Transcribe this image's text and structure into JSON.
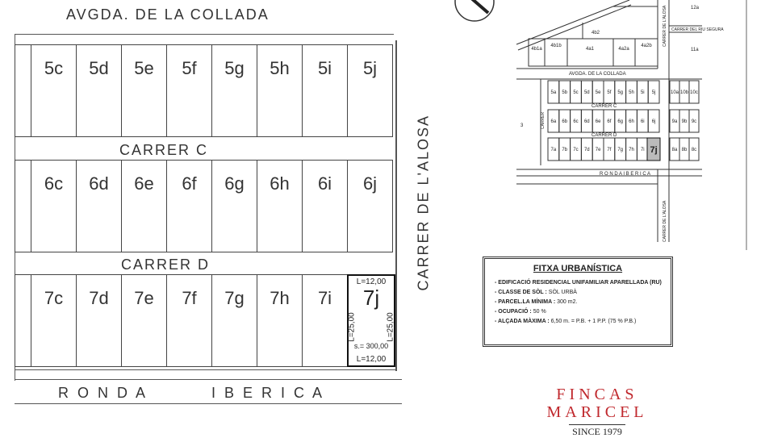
{
  "plan": {
    "streets": {
      "avgda": "AVGDA. DE LA COLLADA",
      "carrer_c": "CARRER   C",
      "carrer_d": "CARRER   D",
      "ronda": "R O N D A          I B E R I C A",
      "alosa": "CARRER DE L'ALOSA"
    },
    "row5": [
      "5c",
      "5d",
      "5e",
      "5f",
      "5g",
      "5h",
      "5i",
      "5j"
    ],
    "row6": [
      "6c",
      "6d",
      "6e",
      "6f",
      "6g",
      "6h",
      "6i",
      "6j"
    ],
    "row7": [
      "7c",
      "7d",
      "7e",
      "7f",
      "7g",
      "7h",
      "7i"
    ],
    "highlight": {
      "label": "7j",
      "top": "L=12,00",
      "bottom": "L=12,00",
      "left": "L=25,00",
      "right": "L=25,00",
      "area": "s.= 300,00"
    }
  },
  "minimap": {
    "row5": [
      "5a",
      "5b",
      "5c",
      "5d",
      "5e",
      "5f",
      "5g",
      "5h",
      "5i",
      "5j"
    ],
    "row6": [
      "6a",
      "6b",
      "6c",
      "6d",
      "6e",
      "6f",
      "6g",
      "6h",
      "6i",
      "6j"
    ],
    "row7": [
      "7a",
      "7b",
      "7c",
      "7d",
      "7e",
      "7f",
      "7g",
      "7h",
      "7i",
      "7j"
    ],
    "right5": [
      "10a",
      "10b",
      "10c"
    ],
    "right6": [
      "9a",
      "9b",
      "9c"
    ],
    "right7": [
      "8a",
      "8b",
      "8c"
    ],
    "top_lots": [
      "4b1a",
      "4b1b",
      "4a1",
      "4a2a",
      "4a2b"
    ],
    "other": {
      "l4b2": "4b2",
      "l12a": "12a",
      "l11a": "11a",
      "l3": "3"
    },
    "streets": {
      "avgda": "AVGDA. DE LA COLLADA",
      "carrer_c": "CARRER  C",
      "carrer_d": "CARRER  D",
      "ronda": "R O N D A     I B E R I C A",
      "riu": "CARRER  DEL  RIU  SEGURA",
      "alosa_top": "CARRER DE L'ALOSA",
      "alosa_bottom": "CARRER DE L'ALOSA",
      "carrer_left": "CARRER"
    }
  },
  "fitxa": {
    "title": "FITXA URBANÍSTICA",
    "items": [
      {
        "label": "- EDIFICACIÓ RESIDENCIAL UNIFAMILIAR APARELLADA (RU)",
        "value": ""
      },
      {
        "label": "- CLASSE DE SÒL :",
        "value": "SÒL URBÀ"
      },
      {
        "label": "- PARCEL.LA MÍNIMA :",
        "value": "300 m2."
      },
      {
        "label": "- OCUPACIÓ :",
        "value": "50 %"
      },
      {
        "label": "- ALÇADA MÀXIMA :",
        "value": "6,50 m. = P.B. + 1 P.P. (75 % P.B.)"
      }
    ]
  },
  "logo": {
    "line1": "FINCAS",
    "line2": "MARICEL",
    "since": "SINCE 1979",
    "color": "#c0282d"
  }
}
